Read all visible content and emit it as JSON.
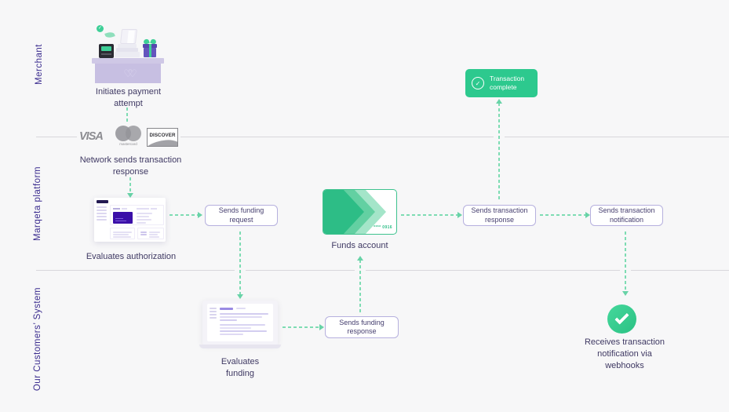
{
  "lanes": {
    "merchant": "Merchant",
    "platform": "Marqeta platform",
    "customers": "Our Customers’ System"
  },
  "merchant": {
    "initiates": "Initiates payment attempt",
    "network_response": "Network sends transaction response",
    "visa": "VISA",
    "mastercard": "mastercard",
    "discover": "DISCOVER",
    "transaction_complete": "Transaction complete"
  },
  "platform": {
    "evaluates_authorization": "Evaluates authorization",
    "sends_funding_request": "Sends funding request",
    "funds_account": "Funds account",
    "card_last4": "**** 0916",
    "sends_transaction_response": "Sends transaction response",
    "sends_transaction_notification": "Sends transaction notification"
  },
  "customers": {
    "evaluates_funding": "Evaluates funding",
    "sends_funding_response": "Sends funding response",
    "receives_webhooks": "Receives transaction notification via webhooks"
  },
  "colors": {
    "background": "#f7f7f8",
    "accent_green": "#2dc98e",
    "arrow_green": "#7edcb3",
    "lane_label_indigo": "#3a2b8e",
    "caption_text": "#3f3963",
    "box_border_purple": "#b6b0de",
    "card_border_green": "#3ec28e",
    "deep_purple_panel": "#3b0fa8"
  }
}
